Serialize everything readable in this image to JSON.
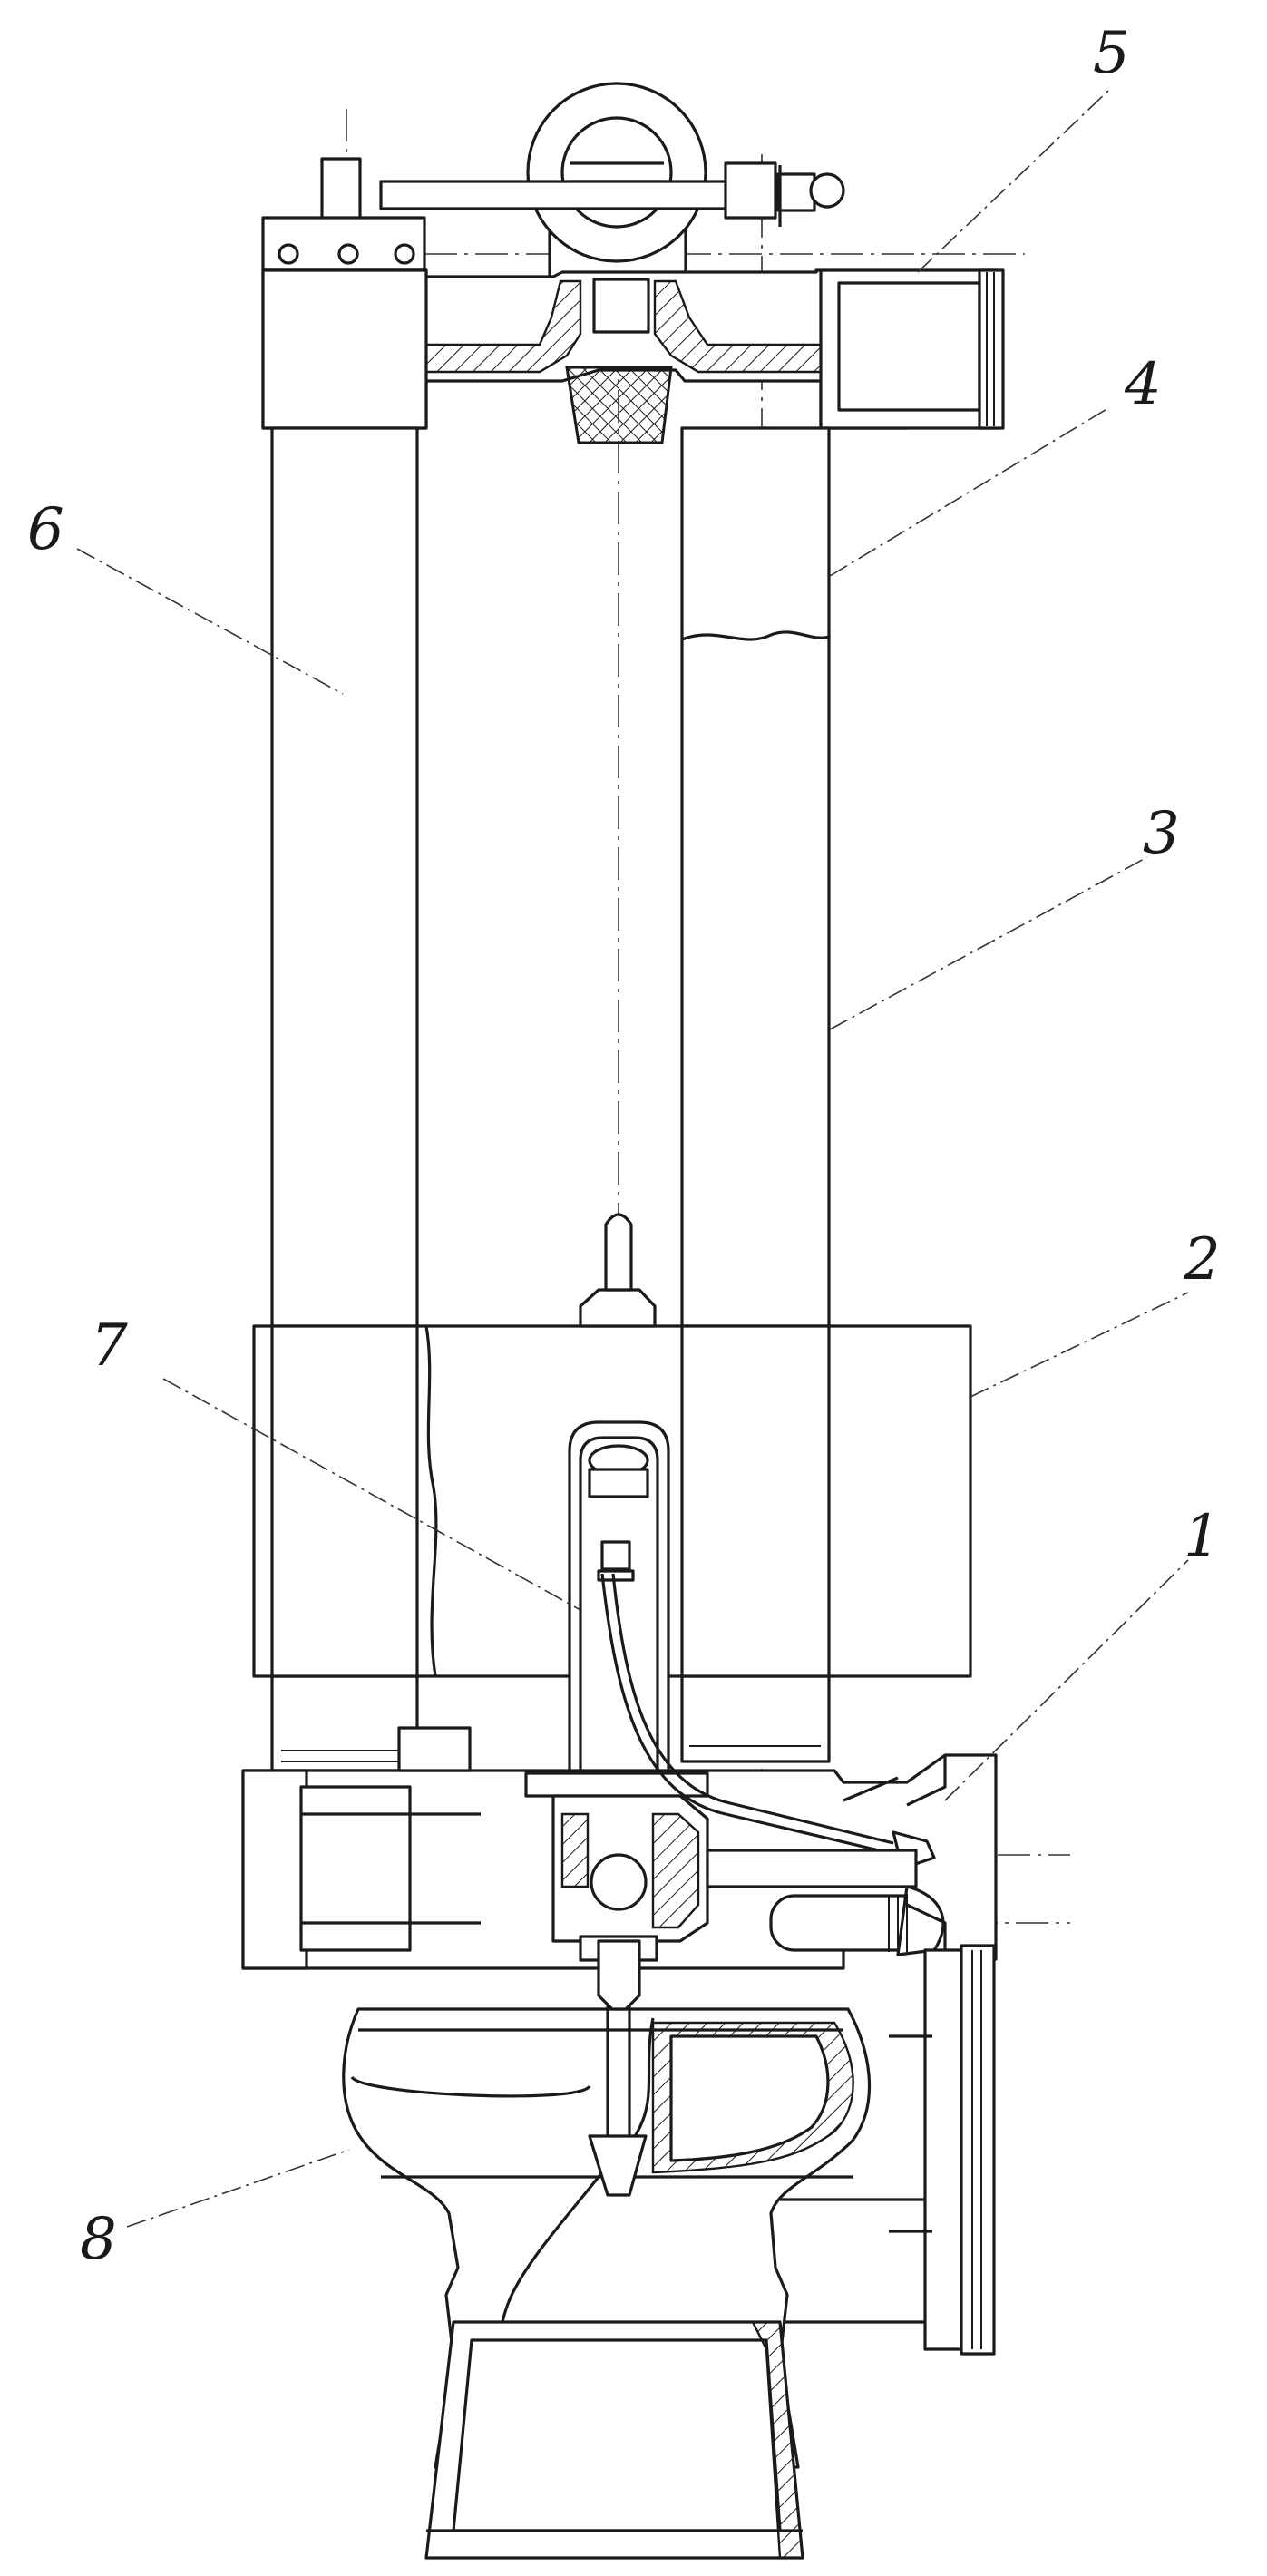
{
  "callouts": [
    {
      "id": "1",
      "label": "1"
    },
    {
      "id": "2",
      "label": "2"
    },
    {
      "id": "3",
      "label": "3"
    },
    {
      "id": "4",
      "label": "4"
    },
    {
      "id": "5",
      "label": "5"
    },
    {
      "id": "6",
      "label": "6"
    },
    {
      "id": "7",
      "label": "7"
    },
    {
      "id": "8",
      "label": "8"
    }
  ],
  "colors": {
    "ink": "#1a1a1a",
    "paper": "#ffffff"
  }
}
